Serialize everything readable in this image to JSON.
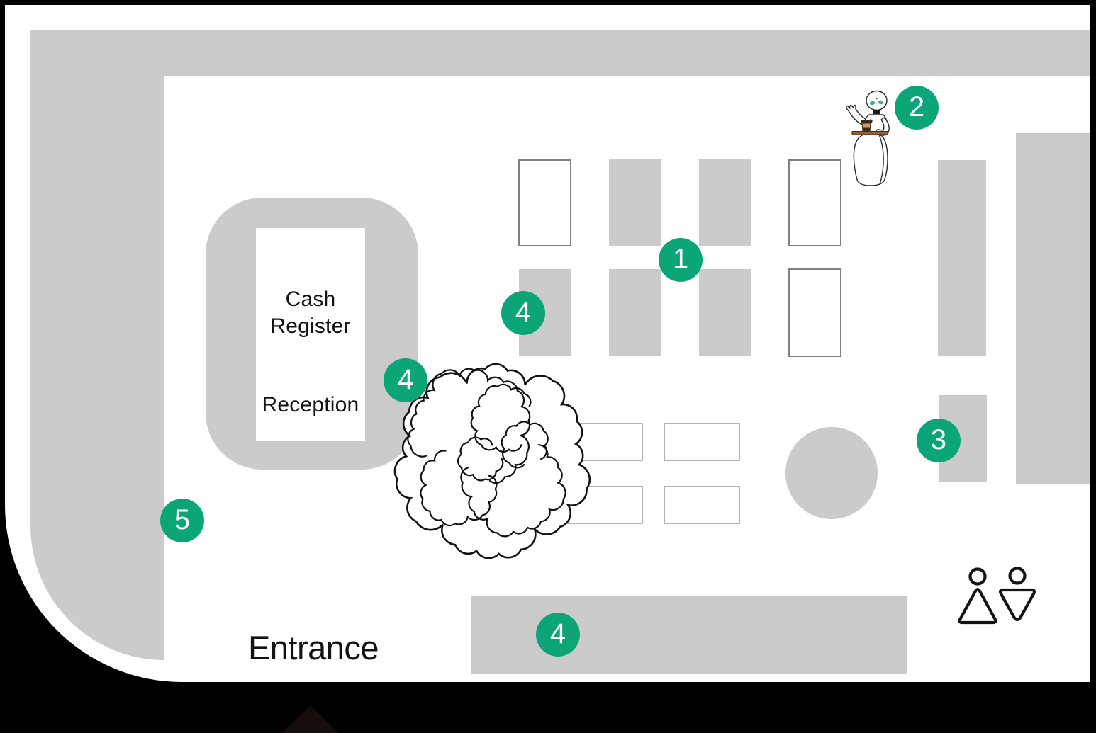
{
  "floor_plan": {
    "reception_area": {
      "cash_register": "Cash Register",
      "reception": "Reception"
    },
    "entrance_label": "Entrance",
    "markers": [
      {
        "number": "1"
      },
      {
        "number": "2"
      },
      {
        "number": "3"
      },
      {
        "number": "4"
      },
      {
        "number": "4"
      },
      {
        "number": "4"
      },
      {
        "number": "5"
      }
    ],
    "colors": {
      "marker_green": "#0ca578",
      "wall_gray": "#cbcbcb",
      "floor_white": "#ffffff",
      "background_black": "#000000",
      "table_outline_gray": "#8a8a8a",
      "robot_eye_teal": "#35b39c",
      "tray_brown": "#936038"
    },
    "icons": {
      "robot": "robot-waiter-icon",
      "tree": "tree-icon",
      "restroom": "restroom-men-women-icon"
    }
  }
}
